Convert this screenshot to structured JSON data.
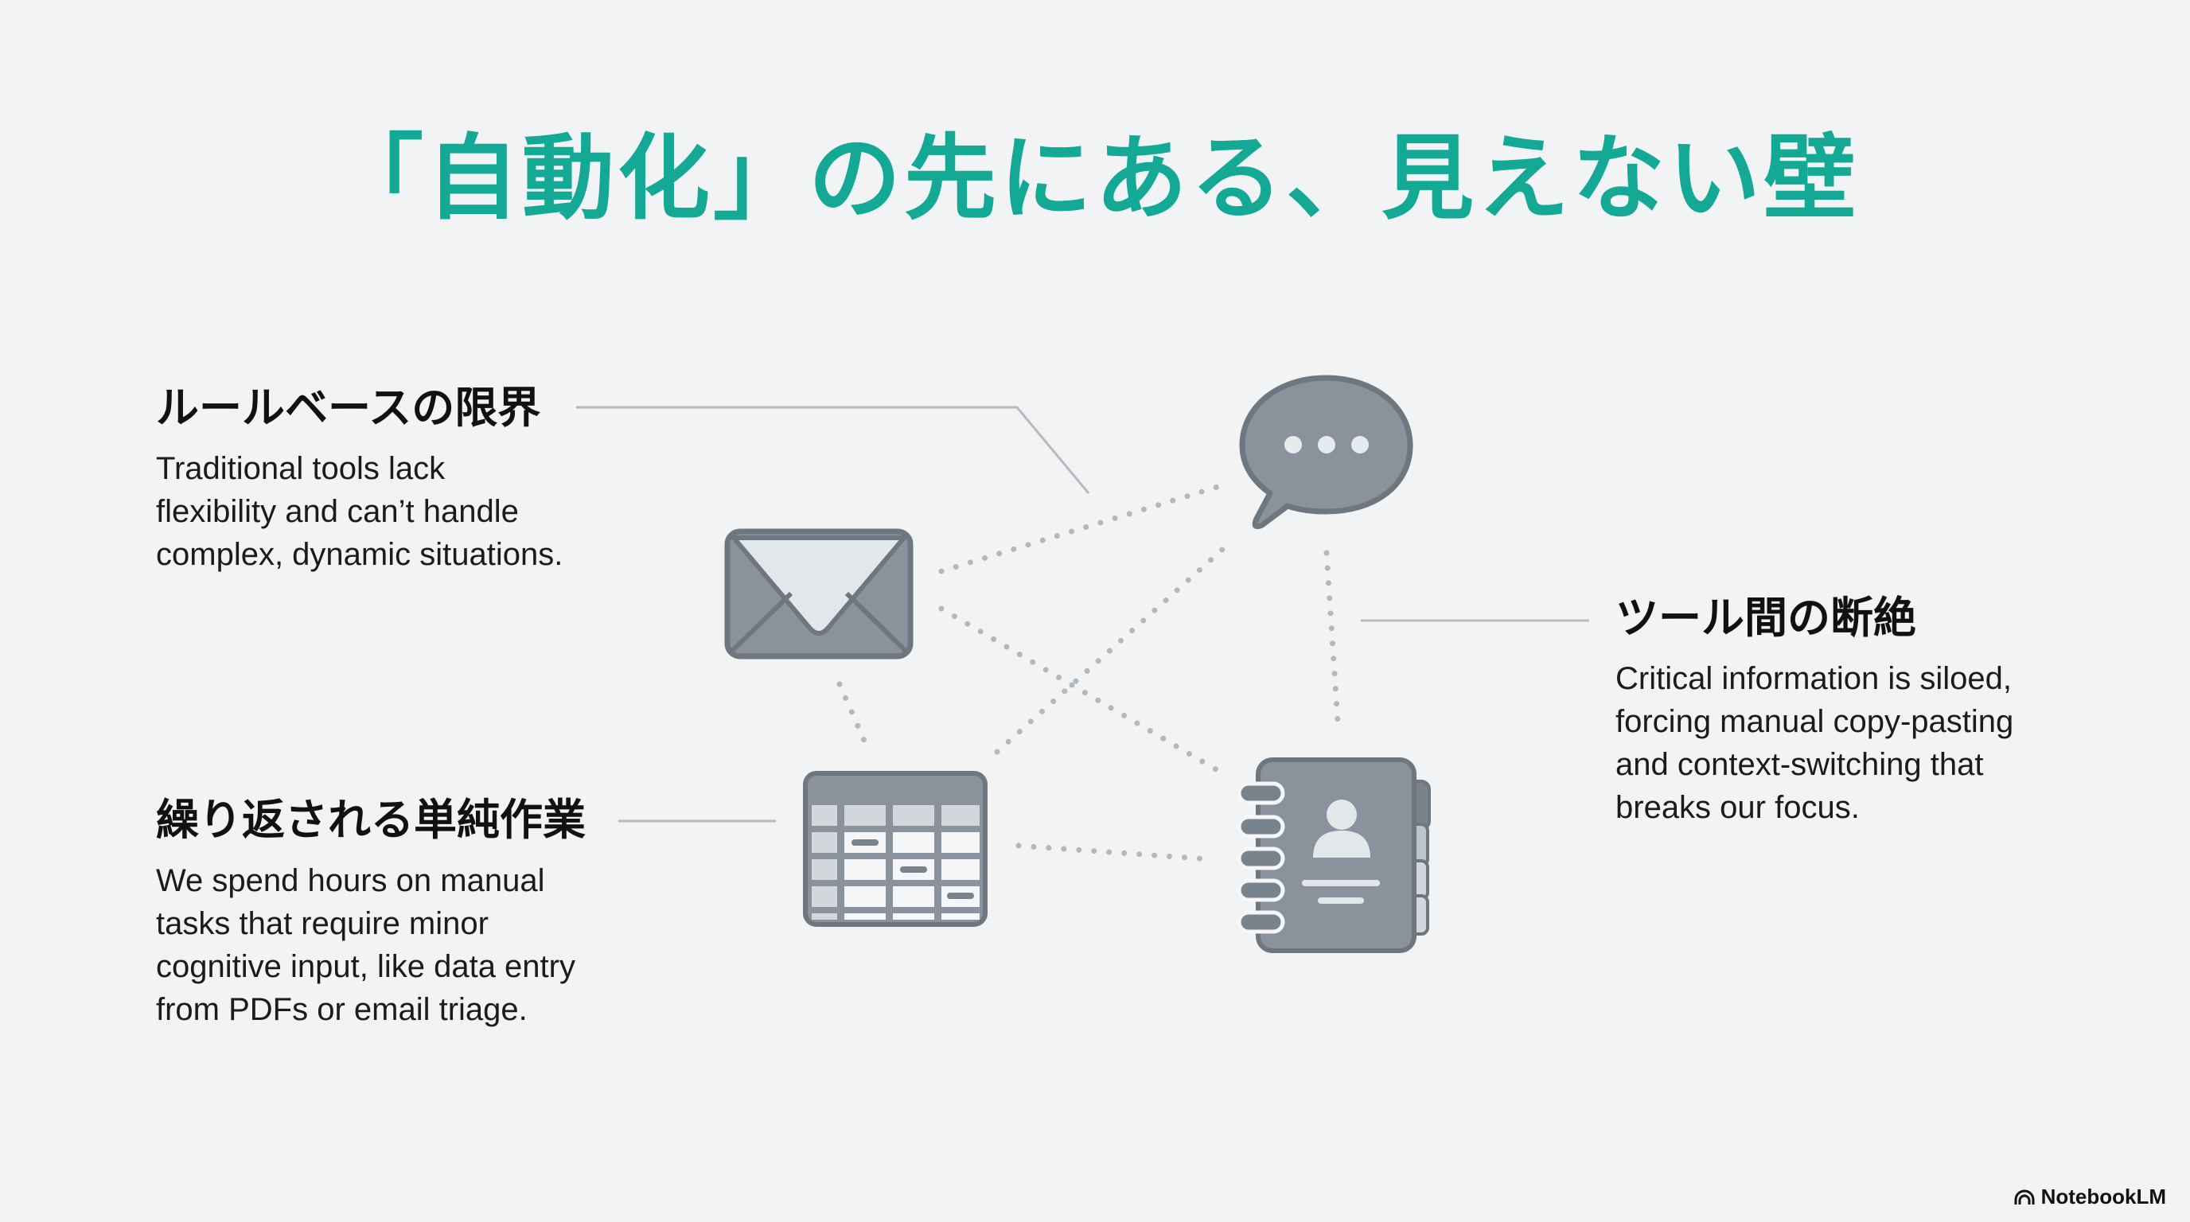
{
  "title": "「自動化」の先にある、見えない壁",
  "colors": {
    "title": "#13a994",
    "background": "#f1f3f5",
    "icon_fill": "#8a939c",
    "icon_stroke": "#6e767e",
    "icon_light": "#e4e7ea",
    "connector": "#b6bbc0",
    "dots": "#b3b8bd"
  },
  "blocks": [
    {
      "heading": "ルールベースの限界",
      "body": "Traditional tools lack\nflexibility and can’t handle\ncomplex, dynamic situations."
    },
    {
      "heading": "繰り返される単純作業",
      "body": "We spend hours on manual\ntasks that require minor\ncognitive input, like data entry\nfrom PDFs or email triage."
    },
    {
      "heading": "ツール間の断絶",
      "body": "Critical information is siloed,\nforcing manual copy-pasting\nand context-switching that\nbreaks our focus."
    }
  ],
  "icons": [
    {
      "name": "envelope-icon"
    },
    {
      "name": "chat-bubble-icon"
    },
    {
      "name": "spreadsheet-icon"
    },
    {
      "name": "address-book-icon"
    }
  ],
  "branding": {
    "label": "NotebookLM"
  }
}
